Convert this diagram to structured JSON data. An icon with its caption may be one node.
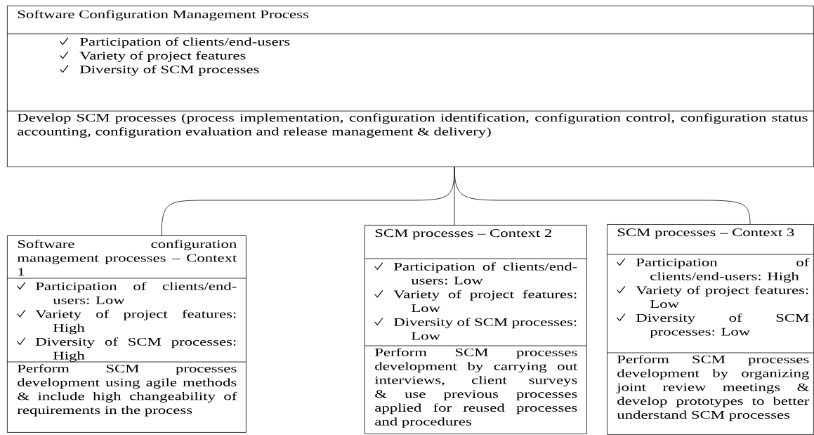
{
  "diagram": {
    "nodes": [
      {
        "text": [
          "Software Configuration Management Process",
          "Participation of clients/end-users",
          "Variety of project features",
          "Diversity of SCM processes",
          "Develop SCM processes (process implementation, configuration identification, configuration control, configuration status accounting, configuration evaluation and release management & delivery)"
        ]
      },
      {
        "text": [
          "Software configuration management processes – Context 1",
          "Participation of clients/end-users: Low",
          "Variety of project features: High",
          "Diversity of SCM processes: High",
          "Perform SCM processes development using agile methods & include high changeability of requirements in the process"
        ]
      },
      {
        "text": [
          "SCM processes – Context 2",
          "Participation of clients/end-users: Low",
          "Variety of project features: Low",
          "Diversity of SCM processes: Low",
          "Perform SCM processes development by carrying out interviews, client surveys & use previous processes applied for reused processes and procedures"
        ]
      },
      {
        "text": [
          "SCM processes – Context 3",
          "Participation of clients/end-users: High",
          "Variety of project features: Low",
          "Diversity of SCM processes: Low",
          "Perform SCM processes development by organizing joint review meetings & develop prototypes to better understand SCM processes"
        ]
      }
    ],
    "edges": [
      {
        "from": 0,
        "to": 1,
        "arrow": "none"
      },
      {
        "from": 0,
        "to": 2,
        "arrow": "none"
      },
      {
        "from": 0,
        "to": 3,
        "arrow": "none"
      }
    ]
  }
}
